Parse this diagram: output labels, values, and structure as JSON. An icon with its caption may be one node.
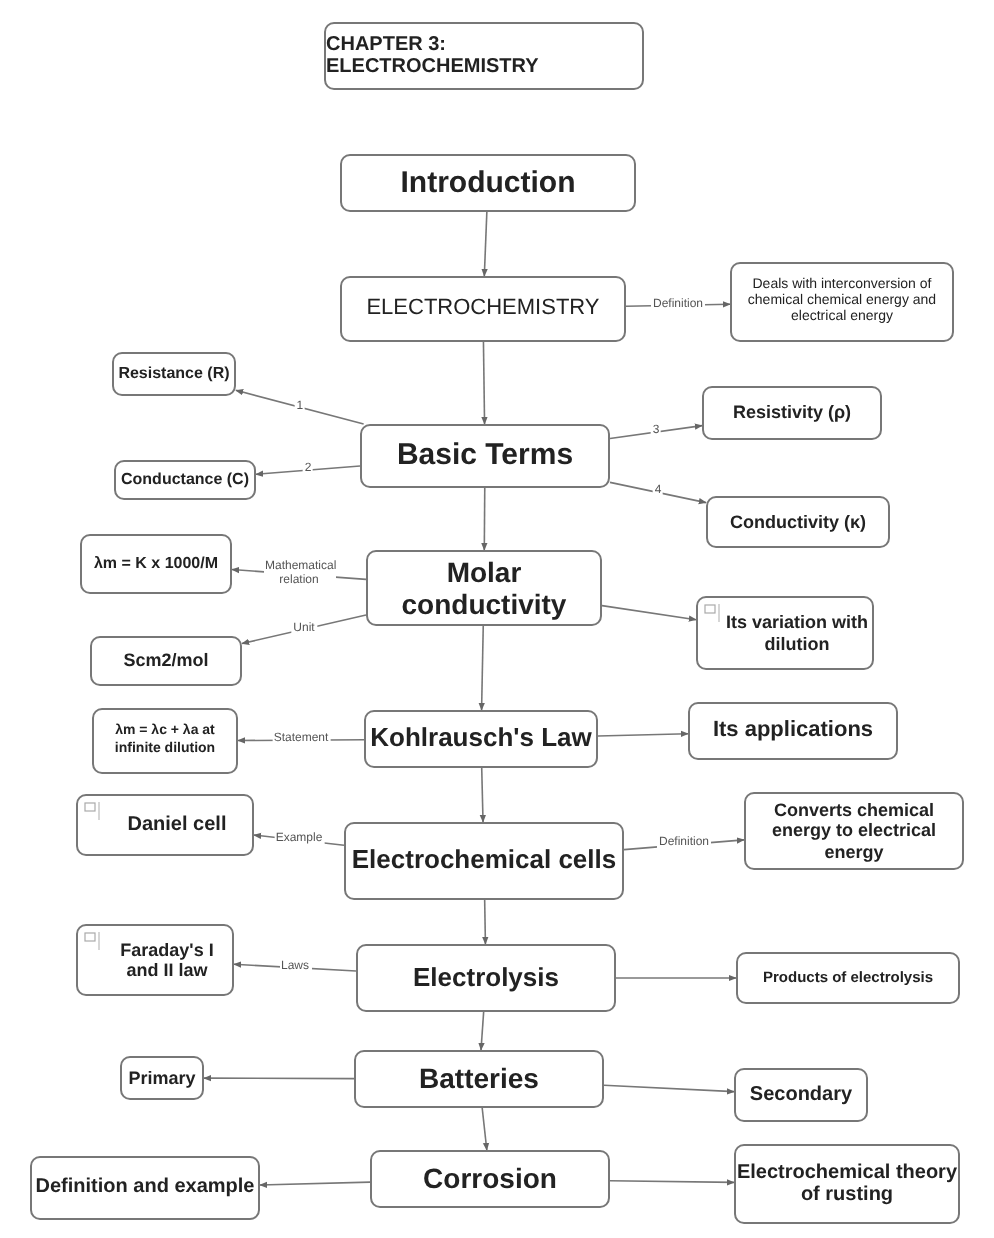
{
  "diagram": {
    "title": "CHAPTER 3: ELECTROCHEMISTRY",
    "nodes": [
      {
        "text": [
          "Introduction"
        ]
      },
      {
        "text": [
          "ELECTROCHEMISTRY"
        ]
      },
      {
        "text": [
          "Deals with interconversion of chemical chemical energy and electrical energy"
        ]
      },
      {
        "text": [
          "Resistance (R)"
        ]
      },
      {
        "text": [
          "Basic Terms"
        ]
      },
      {
        "text": [
          "Resistivity (ρ)"
        ]
      },
      {
        "text": [
          "Conductance (C)"
        ]
      },
      {
        "text": [
          "Conductivity (κ)"
        ]
      },
      {
        "text": [
          "λm = K x 1000/M"
        ]
      },
      {
        "text": [
          "Molar conductivity"
        ]
      },
      {
        "text": [
          "Its variation with dilution"
        ]
      },
      {
        "text": [
          "Scm2/mol"
        ]
      },
      {
        "text": [
          "λm = λc + λa at infinite dilution"
        ]
      },
      {
        "text": [
          "Kohlrausch's Law"
        ]
      },
      {
        "text": [
          "Its applications"
        ]
      },
      {
        "text": [
          "Daniel cell"
        ]
      },
      {
        "text": [
          "Electrochemical cells"
        ]
      },
      {
        "text": [
          "Converts chemical energy to electrical energy"
        ]
      },
      {
        "text": [
          "Faraday's I and II law"
        ]
      },
      {
        "text": [
          "Electrolysis"
        ]
      },
      {
        "text": [
          "Products of electrolysis"
        ]
      },
      {
        "text": [
          "Primary"
        ]
      },
      {
        "text": [
          "Batteries"
        ]
      },
      {
        "text": [
          "Secondary"
        ]
      },
      {
        "text": [
          "Definition and example"
        ]
      },
      {
        "text": [
          "Corrosion"
        ]
      },
      {
        "text": [
          "Electrochemical theory of rusting"
        ]
      }
    ],
    "edges": [
      {
        "from": 0,
        "to": 1,
        "arrow": "to"
      },
      {
        "from": 1,
        "to": 2,
        "arrow": "to",
        "label": "Definition"
      },
      {
        "from": 1,
        "to": 4,
        "arrow": "to"
      },
      {
        "from": 4,
        "to": 3,
        "arrow": "to",
        "label": "1"
      },
      {
        "from": 4,
        "to": 6,
        "arrow": "to",
        "label": "2"
      },
      {
        "from": 4,
        "to": 5,
        "arrow": "to",
        "label": "3"
      },
      {
        "from": 4,
        "to": 7,
        "arrow": "to",
        "label": "4"
      },
      {
        "from": 4,
        "to": 9,
        "arrow": "to"
      },
      {
        "from": 9,
        "to": 8,
        "arrow": "to",
        "label": "Mathematical relation"
      },
      {
        "from": 9,
        "to": 11,
        "arrow": "to",
        "label": "Unit"
      },
      {
        "from": 9,
        "to": 10,
        "arrow": "to"
      },
      {
        "from": 9,
        "to": 13,
        "arrow": "to"
      },
      {
        "from": 13,
        "to": 12,
        "arrow": "to",
        "label": "Statement"
      },
      {
        "from": 13,
        "to": 14,
        "arrow": "to"
      },
      {
        "from": 13,
        "to": 16,
        "arrow": "to"
      },
      {
        "from": 16,
        "to": 15,
        "arrow": "to",
        "label": "Example"
      },
      {
        "from": 16,
        "to": 17,
        "arrow": "to",
        "label": "Definition"
      },
      {
        "from": 16,
        "to": 19,
        "arrow": "to"
      },
      {
        "from": 19,
        "to": 18,
        "arrow": "to",
        "label": "Laws"
      },
      {
        "from": 19,
        "to": 20,
        "arrow": "to"
      },
      {
        "from": 19,
        "to": 22,
        "arrow": "to"
      },
      {
        "from": 22,
        "to": 21,
        "arrow": "to"
      },
      {
        "from": 22,
        "to": 23,
        "arrow": "to"
      },
      {
        "from": 22,
        "to": 25,
        "arrow": "to"
      },
      {
        "from": 25,
        "to": 24,
        "arrow": "to"
      },
      {
        "from": 25,
        "to": 26,
        "arrow": "to"
      }
    ]
  }
}
